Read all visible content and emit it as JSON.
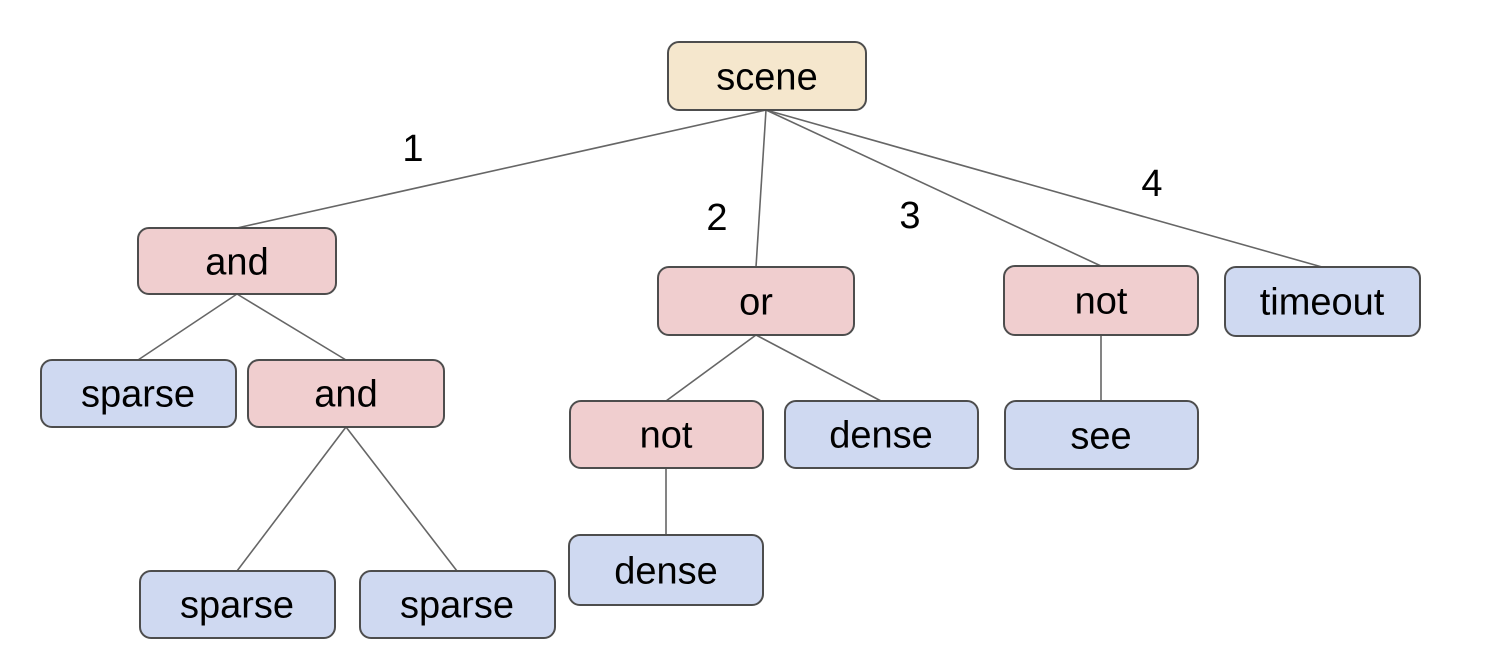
{
  "diagram_type": "tree",
  "tree": {
    "label": "scene",
    "children": [
      {
        "edge": "1",
        "label": "and",
        "children": [
          {
            "label": "sparse",
            "children": []
          },
          {
            "label": "and",
            "children": [
              {
                "label": "sparse",
                "children": []
              },
              {
                "label": "sparse",
                "children": []
              }
            ]
          }
        ]
      },
      {
        "edge": "2",
        "label": "or",
        "children": [
          {
            "label": "not",
            "children": [
              {
                "label": "dense",
                "children": []
              }
            ]
          },
          {
            "label": "dense",
            "children": []
          }
        ]
      },
      {
        "edge": "3",
        "label": "not",
        "children": [
          {
            "label": "see",
            "children": []
          }
        ]
      },
      {
        "edge": "4",
        "label": "timeout",
        "children": []
      }
    ]
  },
  "colors": {
    "root_fill": "#f5e7cd",
    "operator_fill": "#f0cecf",
    "leaf_fill": "#cfd9f1",
    "node_border": "#4d4d4d",
    "edge_line": "#666666",
    "text": "#000000",
    "background": "#ffffff"
  }
}
